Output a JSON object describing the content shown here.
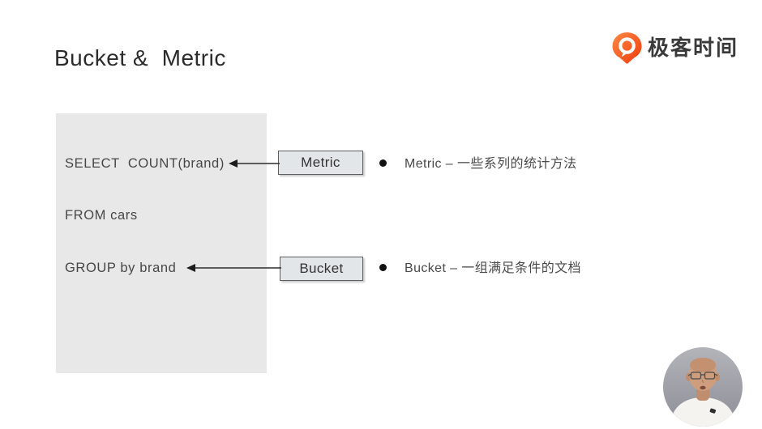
{
  "slide": {
    "title": "Bucket &  Metric"
  },
  "logo": {
    "text": "极客时间",
    "brand_color": "#f4380b",
    "icon": "geektime-pin-icon"
  },
  "code_panel": {
    "bg_color": "#e8e8e8",
    "line1": "SELECT  COUNT(brand)",
    "line2": "FROM cars",
    "line3": "GROUP by brand"
  },
  "tags": {
    "metric": "Metric",
    "bucket": "Bucket",
    "bg_color": "#e3e6e8",
    "border_color": "#5f5f5f"
  },
  "bullets": {
    "metric": "Metric – 一些系列的统计方法",
    "bucket": "Bucket – 一组满足条件的文档"
  },
  "colors": {
    "title_text": "#2b2b2b",
    "body_text": "#4a4a4a",
    "arrow": "#2e2e2e"
  }
}
